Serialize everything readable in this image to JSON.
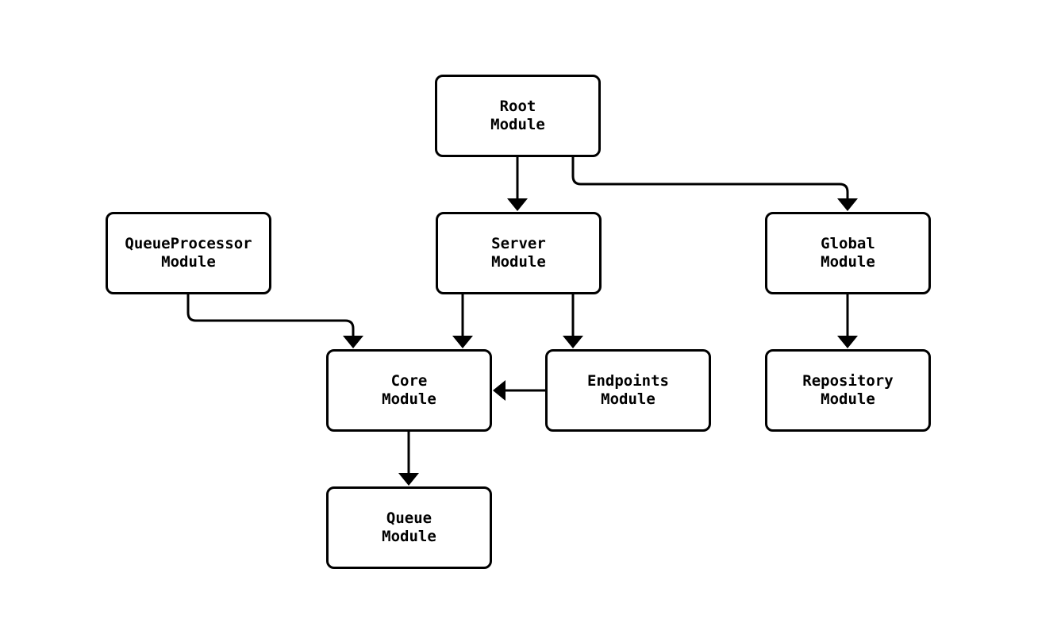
{
  "diagram": {
    "background_color": "#ffffff",
    "stroke_color": "#000000",
    "nodes": [
      {
        "id": "root",
        "label": "Root\nModule"
      },
      {
        "id": "queueprocessor",
        "label": "QueueProcessor\nModule"
      },
      {
        "id": "server",
        "label": "Server\nModule"
      },
      {
        "id": "global",
        "label": "Global\nModule"
      },
      {
        "id": "core",
        "label": "Core\nModule"
      },
      {
        "id": "endpoints",
        "label": "Endpoints\nModule"
      },
      {
        "id": "repository",
        "label": "Repository\nModule"
      },
      {
        "id": "queue",
        "label": "Queue\nModule"
      }
    ],
    "edges": [
      {
        "from": "root",
        "to": "server"
      },
      {
        "from": "root",
        "to": "global"
      },
      {
        "from": "server",
        "to": "core"
      },
      {
        "from": "server",
        "to": "endpoints"
      },
      {
        "from": "queueprocessor",
        "to": "core"
      },
      {
        "from": "endpoints",
        "to": "core"
      },
      {
        "from": "global",
        "to": "repository"
      },
      {
        "from": "core",
        "to": "queue"
      }
    ]
  }
}
